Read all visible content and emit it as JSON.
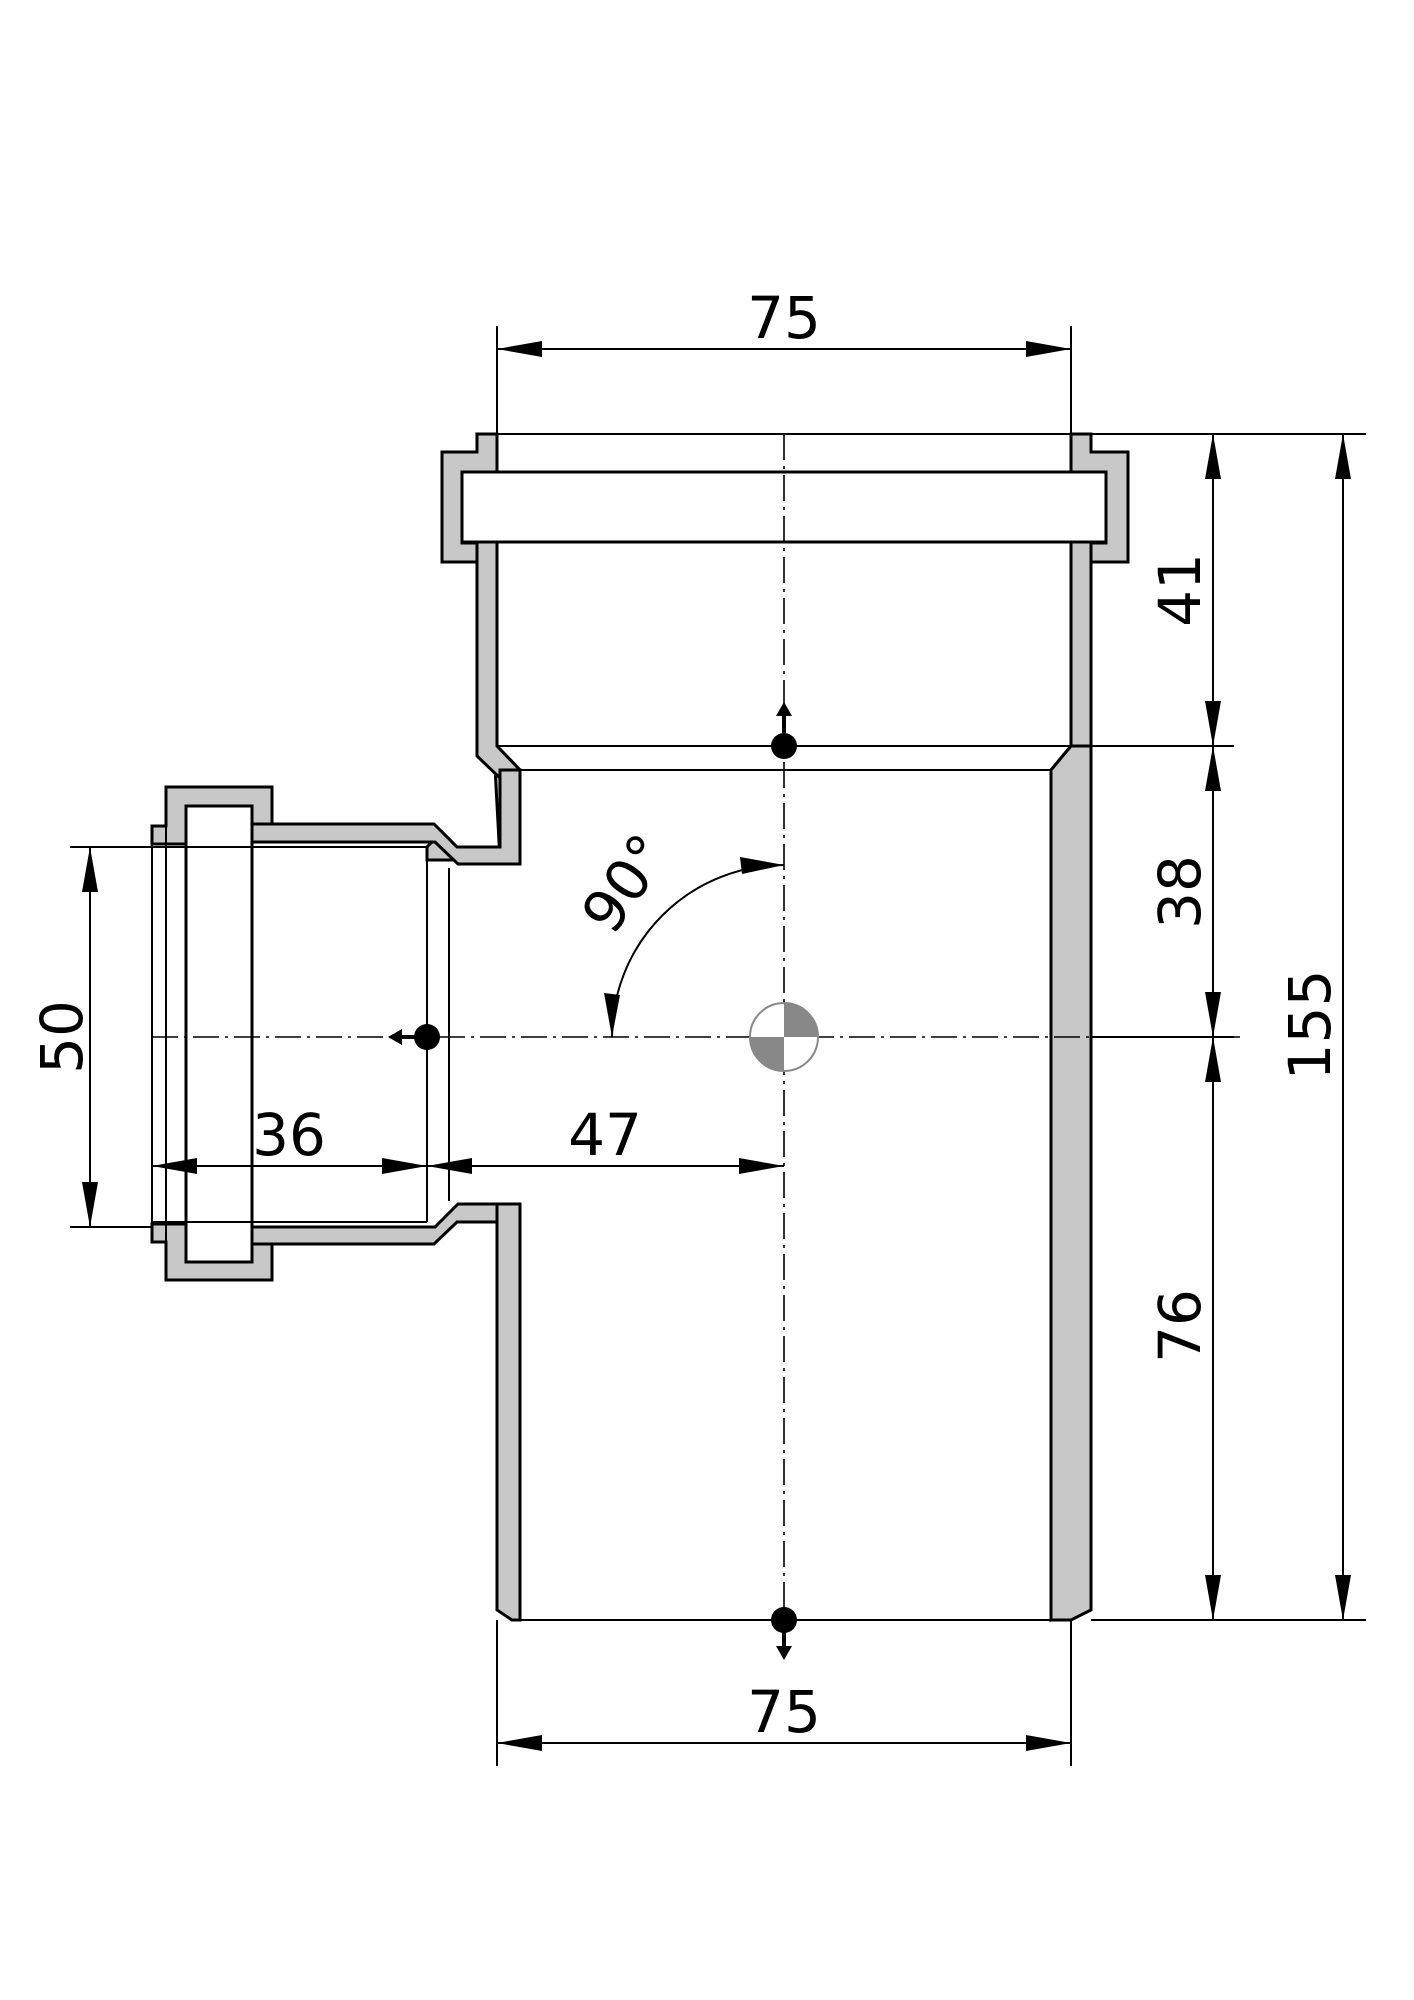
{
  "drawing": {
    "dimensions": {
      "top_width": "75",
      "bottom_width": "75",
      "socket_depth": "41",
      "upper_section": "38",
      "lower_section": "76",
      "overall_height": "155",
      "branch_diameter": "50",
      "branch_socket": "36",
      "branch_offset": "47",
      "angle": "90°"
    }
  }
}
